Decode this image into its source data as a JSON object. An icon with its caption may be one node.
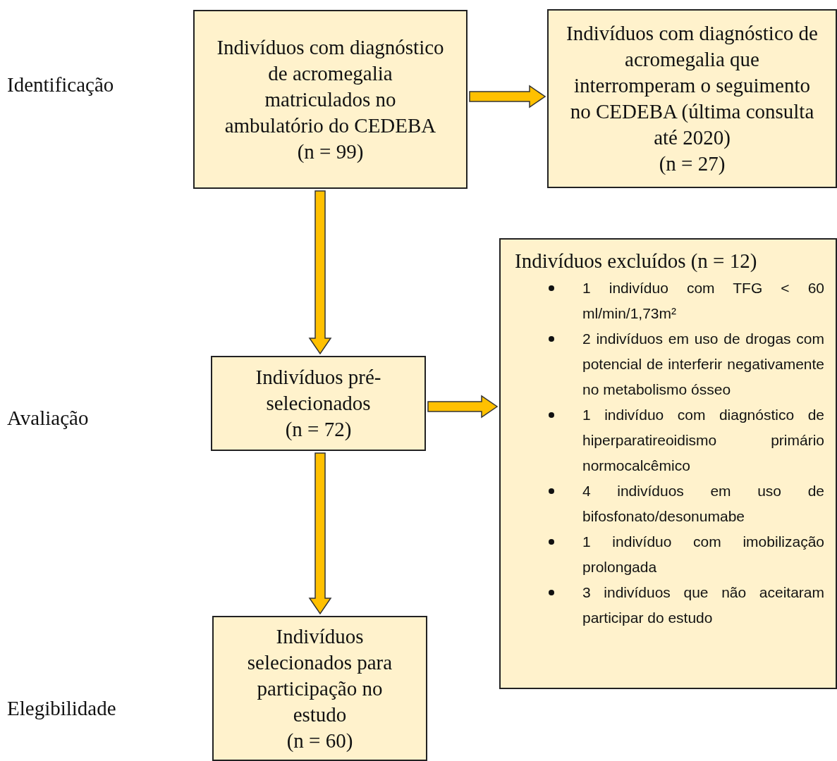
{
  "diagram": {
    "nodes": [
      {
        "text": [
          "Indivíduos com diagnóstico de acromegalia matriculados no  ambulatório do CEDEBA",
          "(n = 99)"
        ]
      },
      {
        "text": [
          "Indivíduos com diagnóstico de acromegalia que interromperam o seguimento no CEDEBA (última consulta até 2020)",
          "(n = 27)"
        ]
      },
      {
        "text": [
          "Indivíduos pré-selecionados",
          "(n = 72)"
        ]
      },
      {
        "text": [
          "Indivíduos excluídos (n = 12)",
          "1 indivíduo com TFG < 60 ml/min/1,73m²",
          "2 indivíduos em uso de drogas com potencial de interferir negativamente no metabolismo ósseo",
          "1 indivíduo com diagnóstico de hiperparatireoidismo primário normocalcêmico",
          "4 indivíduos em uso de bifosfonato/desonumabe",
          "1 indivíduo com imobilização prolongada",
          "3 indivíduos que não aceitaram participar do estudo"
        ]
      },
      {
        "text": [
          "Indivíduos selecionados para participação no estudo",
          "(n = 60)"
        ]
      }
    ],
    "edges": [
      {
        "from": 0,
        "to": 1,
        "arrow": "to"
      },
      {
        "from": 0,
        "to": 2,
        "arrow": "to"
      },
      {
        "from": 2,
        "to": 3,
        "arrow": "to"
      },
      {
        "from": 2,
        "to": 4,
        "arrow": "to"
      }
    ],
    "labels": [
      "Identificação",
      "Avaliação",
      "Elegibilidade"
    ]
  }
}
